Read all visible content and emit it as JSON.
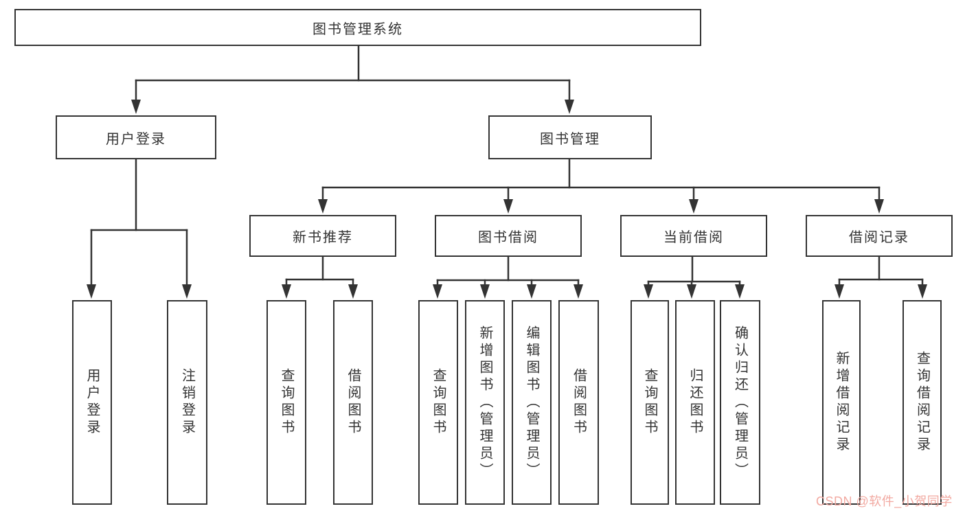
{
  "colors": {
    "line": "#333333",
    "text": "#333333",
    "watermark": "#f2a9a1"
  },
  "tree": {
    "root": "图书管理系统",
    "user_login": "用户登录",
    "book_mgmt": "图书管理",
    "new_book_rec": "新书推荐",
    "book_borrow": "图书借阅",
    "current_borrow": "当前借阅",
    "borrow_records": "借阅记录",
    "leaves": {
      "user_login": "用户登录",
      "logout": "注销登录",
      "rec_query_books": "查询图书",
      "rec_borrow_books": "借阅图书",
      "bb_query_books": "查询图书",
      "bb_add_books": "新增图书（管理员）",
      "bb_edit_books": "编辑图书（管理员）",
      "bb_borrow_books": "借阅图书",
      "cb_query_books": "查询图书",
      "cb_return_books": "归还图书",
      "cb_confirm_return": "确认归还（管理员）",
      "br_add_record": "新增借阅记录",
      "br_query_record": "查询借阅记录"
    }
  },
  "watermark": {
    "text": "CSDN @软件_小贺同学"
  }
}
